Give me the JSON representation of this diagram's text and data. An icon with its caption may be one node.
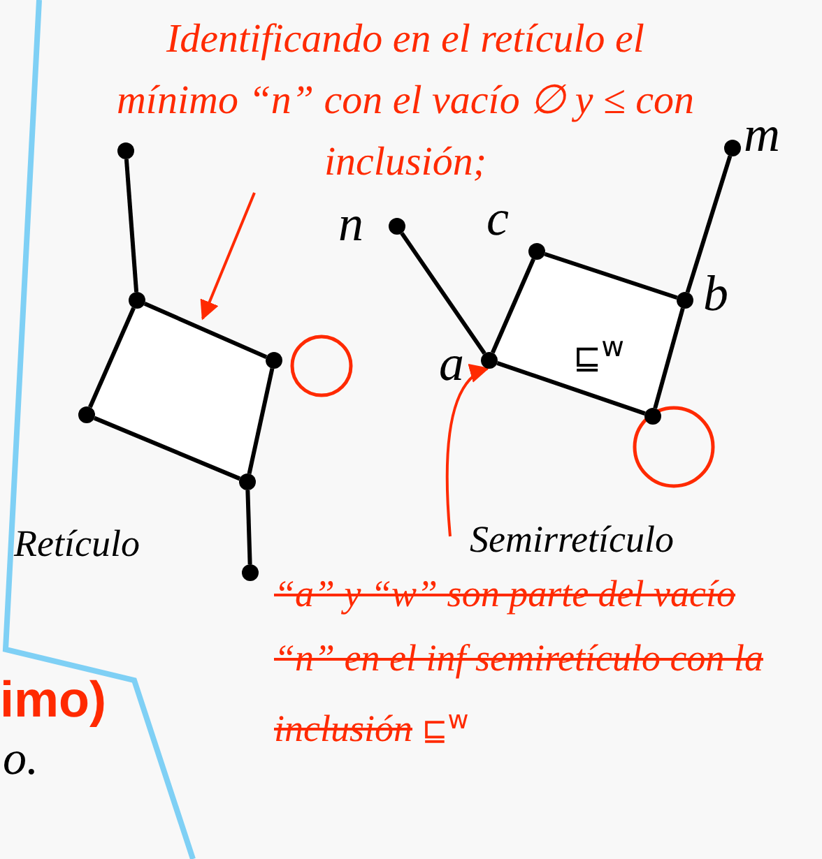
{
  "diagram": {
    "nodes": [
      {
        "text": [
          "Identificando en el retículo el mínimo “n” con el vacío ∅ y ≤ con inclusión;"
        ]
      },
      {
        "text": [],
        "shape": "circle"
      },
      {
        "text": [],
        "shape": "circle",
        "beside": [
          "m"
        ]
      },
      {
        "text": [],
        "shape": "circle",
        "beside": [
          "n"
        ]
      },
      {
        "text": [],
        "shape": "circle",
        "beside": [
          "c"
        ]
      },
      {
        "text": [],
        "shape": "circle"
      },
      {
        "text": [],
        "shape": "circle",
        "beside": [
          "b"
        ]
      },
      {
        "text": [],
        "shape": "circle"
      },
      {
        "text": [],
        "shape": "circle",
        "beside": [
          "a"
        ]
      },
      {
        "text": [],
        "shape": "circle"
      },
      {
        "text": [],
        "shape": "circle"
      },
      {
        "text": [],
        "shape": "circle"
      },
      {
        "text": [
          "Semirretículo"
        ]
      },
      {
        "text": [],
        "shape": "circle"
      }
    ],
    "edges": [
      {
        "from": 1,
        "to": 5,
        "arrow": "none"
      },
      {
        "from": 5,
        "to": 9,
        "arrow": "none"
      },
      {
        "from": 5,
        "to": 7,
        "arrow": "none"
      },
      {
        "from": 9,
        "to": 11,
        "arrow": "none"
      },
      {
        "from": 7,
        "to": 11,
        "arrow": "none"
      },
      {
        "from": 11,
        "to": 13,
        "arrow": "none"
      },
      {
        "from": 3,
        "to": 8,
        "arrow": "none"
      },
      {
        "from": 8,
        "to": 4,
        "arrow": "none"
      },
      {
        "from": 4,
        "to": 6,
        "arrow": "none"
      },
      {
        "from": 6,
        "to": 2,
        "arrow": "none"
      },
      {
        "from": 8,
        "to": 10,
        "arrow": "none"
      },
      {
        "from": 10,
        "to": 6,
        "arrow": "none"
      },
      {
        "from": 0,
        "to": null,
        "arrow": "to",
        "color": "#ff2a00"
      },
      {
        "from": 12,
        "to": 8,
        "arrow": "to",
        "color": "#ff2a00"
      }
    ],
    "labels": [
      "⊑$^{w}$",
      "Retículo",
      "“a” y “w” son parte del vacío “n” en el inf semiretículo con la inclusión",
      "⊑$^{w}$",
      "imo)",
      "o."
    ]
  }
}
